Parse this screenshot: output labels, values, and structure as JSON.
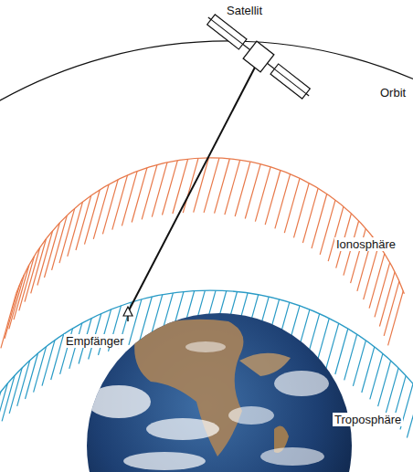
{
  "diagram": {
    "labels": [
      "Satellit",
      "Orbit",
      "Ionosphäre",
      "Troposphäre",
      "Empfänger"
    ]
  }
}
